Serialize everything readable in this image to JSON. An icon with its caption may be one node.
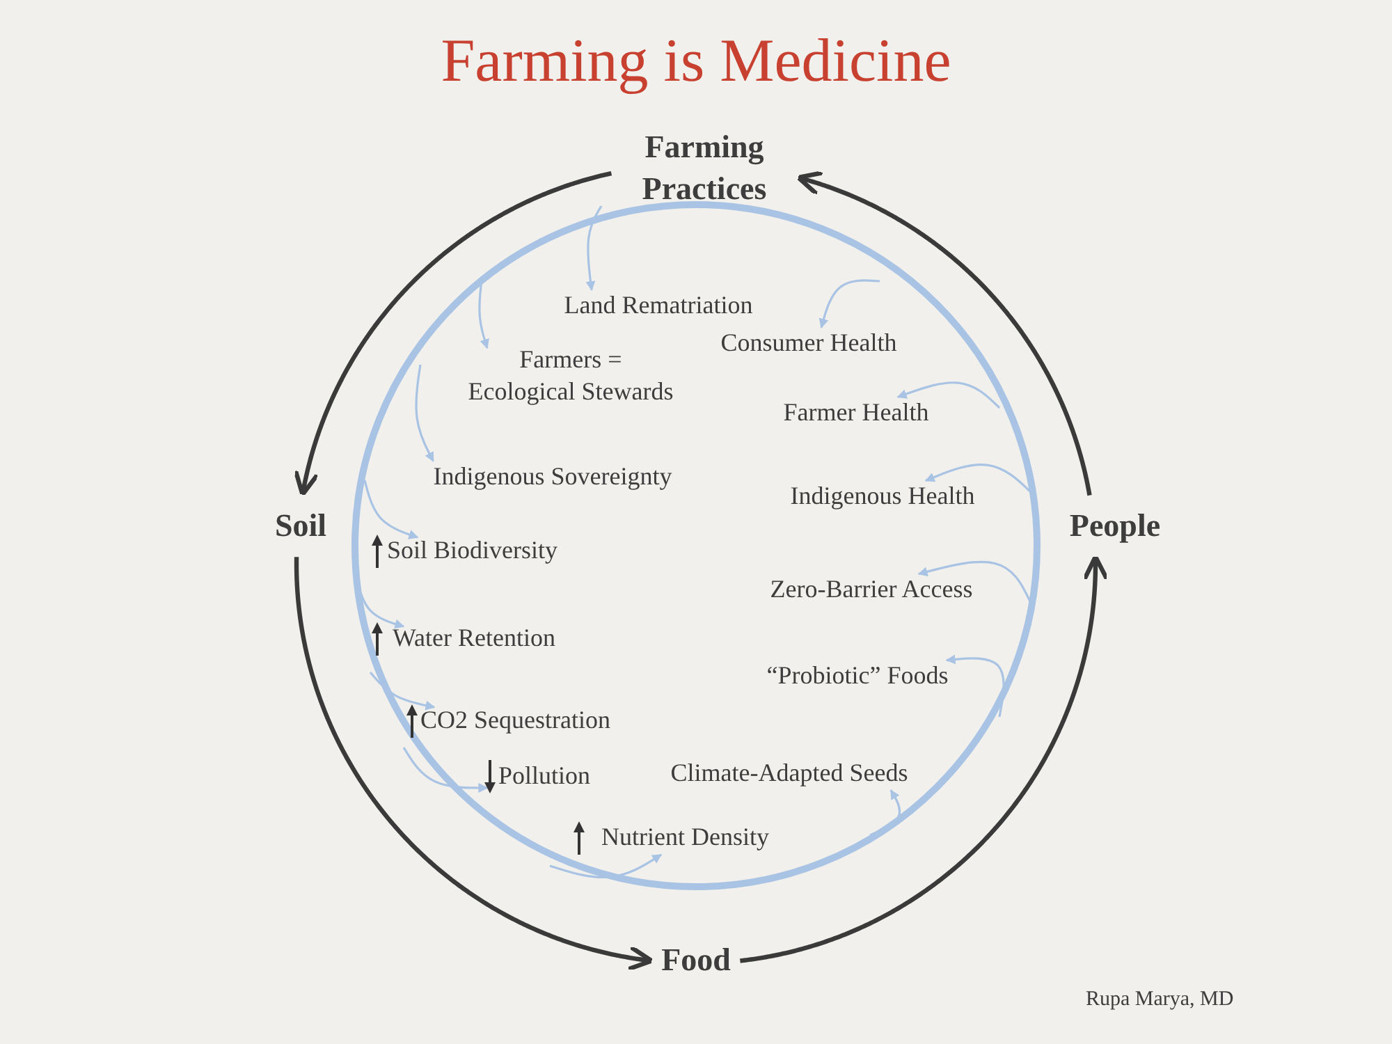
{
  "diagram": {
    "title": "Farming is Medicine",
    "nodes": [
      {
        "text": [
          "Farming Practices"
        ]
      },
      {
        "text": [],
        "shape": "circle"
      },
      {
        "text": [
          "Land Rematriation"
        ],
        "in": 1
      },
      {
        "text": [
          "Consumer Health"
        ],
        "in": 1
      },
      {
        "text": [
          "Farmers = Ecological Stewards"
        ],
        "in": 1
      },
      {
        "text": [
          "Farmer Health"
        ],
        "in": 1
      },
      {
        "text": [
          "Indigenous Sovereignty"
        ],
        "in": 1
      },
      {
        "text": [
          "Indigenous Health"
        ],
        "in": 1
      },
      {
        "text": [
          "Soil"
        ]
      },
      {
        "text": [
          "People"
        ]
      },
      {
        "text": [
          "Soil Biodiversity"
        ],
        "in": 1
      },
      {
        "text": [
          "Zero-Barrier Access"
        ],
        "in": 1
      },
      {
        "text": [
          "Water Retention"
        ],
        "in": 1
      },
      {
        "text": [
          "“Probiotic” Foods"
        ],
        "in": 1
      },
      {
        "text": [
          "CO2 Sequestration"
        ],
        "in": 1
      },
      {
        "text": [
          "Climate-Adapted Seeds"
        ],
        "in": 1
      },
      {
        "text": [
          "Pollution"
        ],
        "in": 1
      },
      {
        "text": [
          "Nutrient Density"
        ],
        "in": 1
      },
      {
        "text": [
          "Food"
        ]
      }
    ],
    "edges": [
      {
        "from": 0,
        "to": 8,
        "arrow": "to",
        "style": "thick",
        "color": "#3a3a3a"
      },
      {
        "from": 8,
        "to": 18,
        "arrow": "to",
        "style": "thick",
        "color": "#3a3a3a"
      },
      {
        "from": 18,
        "to": 9,
        "arrow": "to",
        "style": "thick",
        "color": "#3a3a3a"
      },
      {
        "from": 9,
        "to": 0,
        "arrow": "to",
        "style": "thick",
        "color": "#3a3a3a"
      },
      {
        "from": 1,
        "to": 2,
        "arrow": "to"
      },
      {
        "from": 1,
        "to": 3,
        "arrow": "to"
      },
      {
        "from": 1,
        "to": 4,
        "arrow": "to"
      },
      {
        "from": 1,
        "to": 5,
        "arrow": "to"
      },
      {
        "from": 1,
        "to": 6,
        "arrow": "to"
      },
      {
        "from": 1,
        "to": 7,
        "arrow": "to"
      },
      {
        "from": 1,
        "to": 10,
        "arrow": "to"
      },
      {
        "from": 1,
        "to": 11,
        "arrow": "to"
      },
      {
        "from": 1,
        "to": 12,
        "arrow": "to"
      },
      {
        "from": 1,
        "to": 13,
        "arrow": "to"
      },
      {
        "from": 1,
        "to": 14,
        "arrow": "to"
      },
      {
        "from": 1,
        "to": 15,
        "arrow": "to"
      },
      {
        "from": 1,
        "to": 16,
        "arrow": "to"
      },
      {
        "from": 1,
        "to": 17,
        "arrow": "to"
      }
    ],
    "labels": [
      "Rupa Marya, MD"
    ]
  }
}
